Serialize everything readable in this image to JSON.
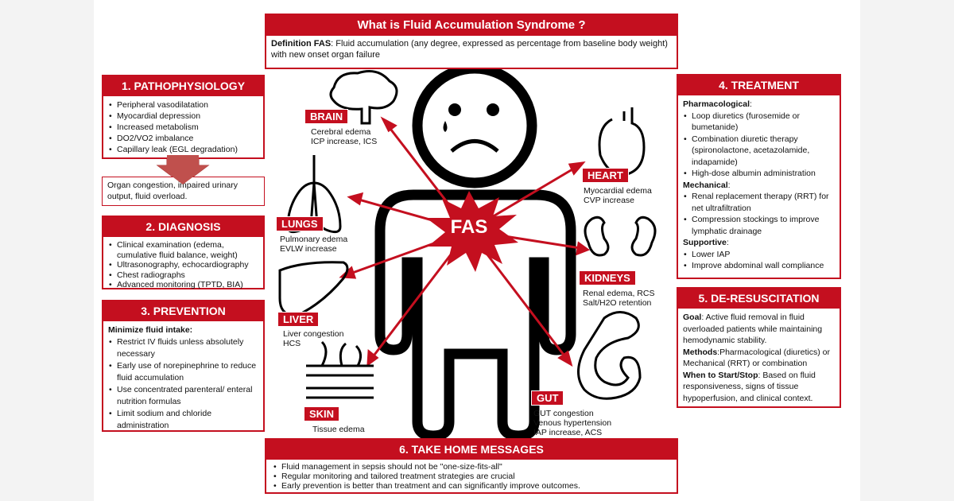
{
  "title": "What is Fluid Accumulation Syndrome ?",
  "definition": {
    "label": "Definition FAS",
    "text": ": Fluid accumulation (any degree, expressed as percentage from baseline body weight) with new onset organ failure"
  },
  "center_label": "FAS",
  "pathophysiology": {
    "title": "1. PATHOPHYSIOLOGY",
    "items": [
      "Peripheral vasodilatation",
      "Myocardial depression",
      "Increased metabolism",
      "DO2/VO2 imbalance",
      "Capillary leak (EGL degradation)"
    ],
    "consequence": "Organ congestion, impaired urinary output, fluid overload."
  },
  "diagnosis": {
    "title": "2. DIAGNOSIS",
    "items": [
      "Clinical examination (edema, cumulative fluid balance, weight)",
      "Ultrasonography, echocardiography",
      "Chest radiographs",
      "Advanced monitoring (TPTD, BIA)"
    ]
  },
  "prevention": {
    "title": "3. PREVENTION",
    "subtitle": "Minimize fluid intake:",
    "items": [
      "Restrict IV fluids unless absolutely necessary",
      "Early use of norepinephrine to reduce fluid accumulation",
      "Use concentrated parenteral/ enteral nutrition formulas",
      "Limit sodium and chloride administration"
    ]
  },
  "treatment": {
    "title": "4. TREATMENT",
    "groups": [
      {
        "label": "Pharmacological",
        "items": [
          "Loop diuretics (furosemide or bumetanide)",
          "Combination diuretic therapy (spironolactone, acetazolamide, indapamide)",
          "High-dose albumin administration"
        ]
      },
      {
        "label": "Mechanical",
        "items": [
          "Renal replacement therapy (RRT) for net ultrafiltration",
          "Compression stockings to improve lymphatic drainage"
        ]
      },
      {
        "label": "Supportive",
        "items": [
          "Lower IAP",
          "Improve abdominal wall compliance"
        ]
      }
    ]
  },
  "deresuscitation": {
    "title": "5. DE-RESUSCITATION",
    "goal_label": "Goal",
    "goal": ": Active fluid removal in fluid overloaded patients while maintaining hemodynamic stability.",
    "methods_label": "Methods",
    "methods": ":Pharmacological (diuretics) or Mechanical (RRT) or combination",
    "when_label": "When to Start/Stop",
    "when": ": Based on fluid responsiveness, signs of tissue hypoperfusion, and clinical context."
  },
  "take_home": {
    "title": "6. TAKE HOME MESSAGES",
    "items": [
      "Fluid management in sepsis should not be \"one-size-fits-all\"",
      "Regular monitoring and tailored treatment strategies are crucial",
      "Early prevention is better than treatment and can significantly improve outcomes."
    ]
  },
  "organs": {
    "brain": {
      "label": "BRAIN",
      "lines": [
        "Cerebral edema",
        "ICP increase, ICS"
      ]
    },
    "lungs": {
      "label": "LUNGS",
      "lines": [
        "Pulmonary edema",
        "EVLW increase"
      ]
    },
    "liver": {
      "label": "LIVER",
      "lines": [
        "Liver congestion",
        "HCS"
      ]
    },
    "skin": {
      "label": "SKIN",
      "lines": [
        "Tissue edema"
      ]
    },
    "heart": {
      "label": "HEART",
      "lines": [
        "Myocardial edema",
        "CVP increase"
      ]
    },
    "kidneys": {
      "label": "KIDNEYS",
      "lines": [
        "Renal edema, RCS",
        "Salt/H2O retention"
      ]
    },
    "gut": {
      "label": "GUT",
      "lines": [
        "GUT congestion",
        "Venous hypertension",
        "IAP increase, ACS"
      ]
    }
  },
  "colors": {
    "accent": "#c40f1f"
  }
}
